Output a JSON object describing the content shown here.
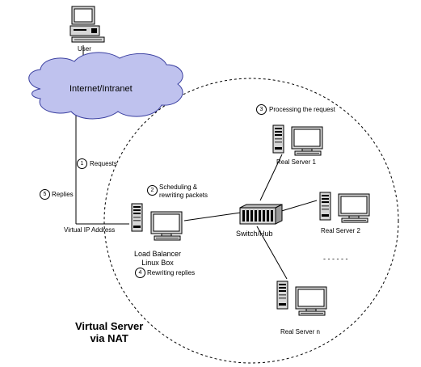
{
  "user_label": "User",
  "cloud_label": "Internet/Intranet",
  "steps": [
    {
      "number": "1",
      "text": "Requests"
    },
    {
      "number": "2",
      "text": "Scheduling &\nrewriting packets"
    },
    {
      "number": "3",
      "text": "Processing the request"
    },
    {
      "number": "4",
      "text": "Rewriting replies"
    },
    {
      "number": "5",
      "text": "Replies"
    }
  ],
  "virtual_ip_label": "Virtual IP Address",
  "load_balancer_label": "Load Balancer\nLinux Box",
  "switch_label": "Switch/Hub",
  "servers": [
    {
      "label": "Real Server 1"
    },
    {
      "label": "Real Server 2"
    },
    {
      "label": "Real Server n"
    }
  ],
  "ellipsis_label": "- - - - - -",
  "title_line1": "Virtual Server",
  "title_line2": "via NAT"
}
